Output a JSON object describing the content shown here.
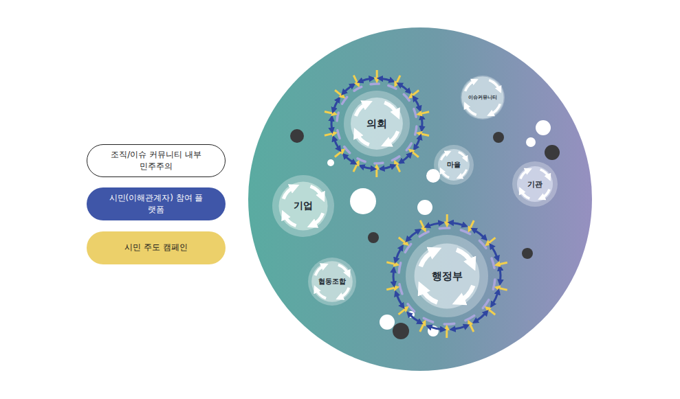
{
  "diagram": {
    "nodes": [
      {
        "text": [
          "의회"
        ]
      },
      {
        "text": [
          "이슈커뮤니티"
        ]
      },
      {
        "text": [
          "마을"
        ]
      },
      {
        "text": [
          "기관"
        ]
      },
      {
        "text": [
          "기업"
        ]
      },
      {
        "text": [
          "행정부"
        ]
      },
      {
        "text": [
          "협동조합"
        ]
      }
    ],
    "legend": [
      {
        "text": "조직/이슈 커뮤니티 내부 민주주의",
        "color": "#ffffff"
      },
      {
        "text": "시민(이해관계자) 참여 플랫폼",
        "color": "#3f56a8"
      },
      {
        "text": "시민 주도 캠페인",
        "color": "#ecd06a"
      }
    ]
  }
}
